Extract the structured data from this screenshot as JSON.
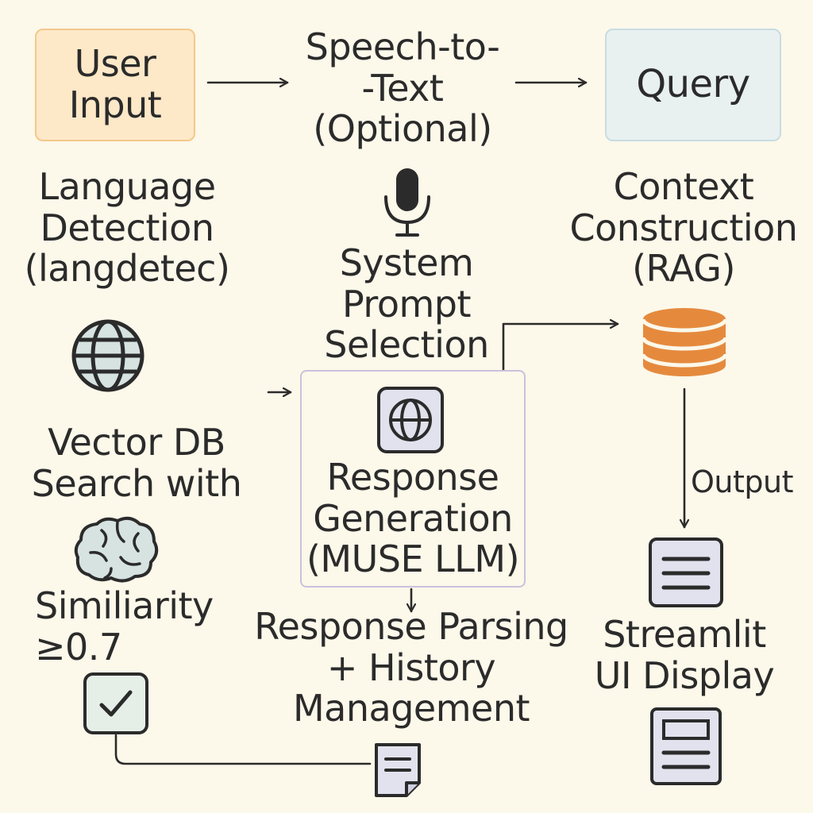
{
  "nodes": {
    "user_input": "User\nInput",
    "speech_to_text": "Speech-to-\n-Text\n(Optional)",
    "query": "Query",
    "language_detection": "Language\nDetection\n(langdetec)",
    "context_construction": "Context\nConstruction\n(RAG)",
    "system_prompt": "System\nPrompt\nSelection",
    "vector_db": "Vector DB\nSearch with",
    "response_generation": "Response\nGeneration\n(MUSE LLM)",
    "similarity": "Similiarity\n≥0.7",
    "response_parsing": "Response Parsing\n+ History\nManagement",
    "streamlit": "Streamlit\nUI Display"
  },
  "edge_labels": {
    "output": "Output"
  },
  "icons": [
    "microphone-icon",
    "globe-icon",
    "database-icon",
    "globe-box-icon",
    "brain-icon",
    "checkbox-icon",
    "document-icon",
    "list-document-icon",
    "ui-window-icon"
  ],
  "colors": {
    "background": "#fcf8ea",
    "user_input_fill": "#fde8c8",
    "user_input_border": "#f3c98a",
    "query_fill": "#e9f0f0",
    "query_border": "#c8dce3",
    "database": "#e58a3d",
    "line": "#2b2b2b"
  }
}
